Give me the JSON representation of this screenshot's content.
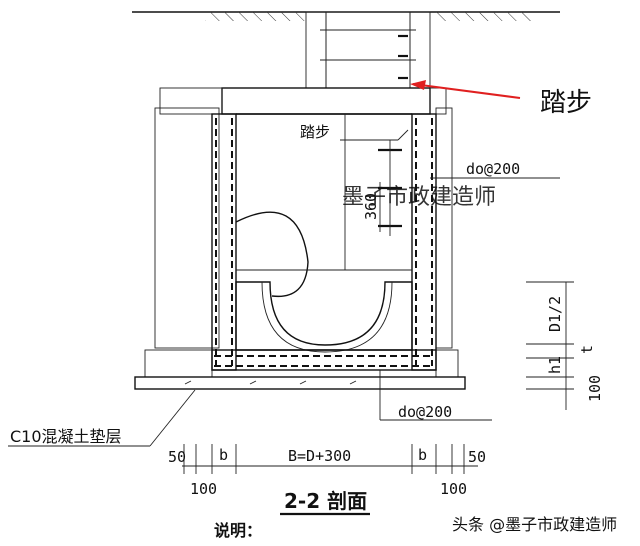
{
  "annotation": {
    "step_callout": "踏步",
    "step_label_inside": "踏步",
    "rebar_top": "do@200",
    "rebar_bottom": "do@200",
    "cushion_label": "C10混凝土垫层"
  },
  "dimensions": {
    "step_spacing": "360",
    "half_diameter": "D1/2",
    "t": "t",
    "h1": "h1",
    "base_height": "100",
    "left_50": "50",
    "left_b": "b",
    "left_100": "100",
    "width_expr": "B=D+300",
    "right_b": "b",
    "right_50": "50",
    "right_100": "100"
  },
  "section_title": "2-2 剖面",
  "note_label": "说明：",
  "watermark_center": "墨子市政建造师",
  "watermark_corner": "头条 @墨子市政建造师",
  "colors": {
    "callout": "#e02020",
    "line": "#111111",
    "watermark": "#b0b0b0"
  }
}
